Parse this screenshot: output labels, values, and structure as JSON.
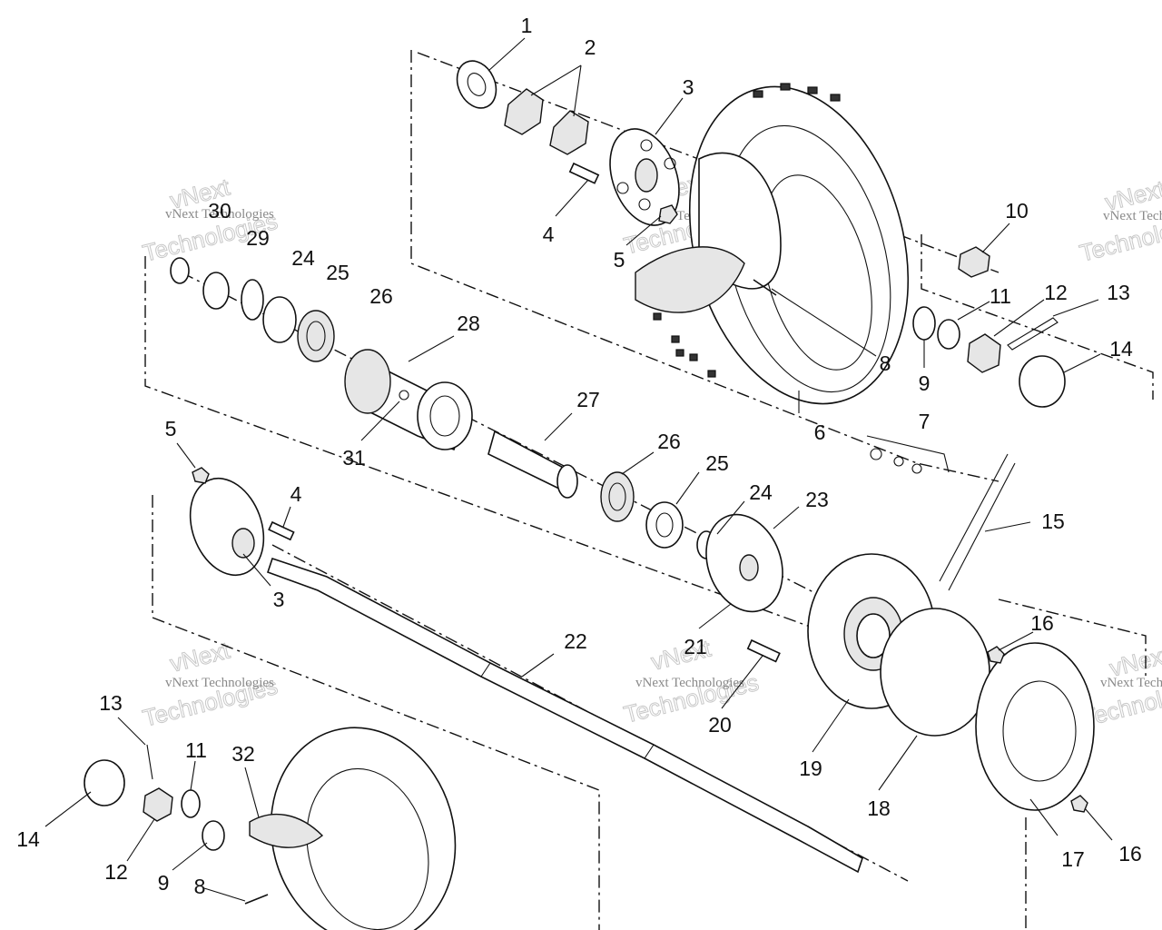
{
  "watermark": {
    "line1": "vNext",
    "line2": "Technologies",
    "small": "vNext Technologies"
  },
  "callouts": [
    "1",
    "2",
    "3",
    "4",
    "5",
    "6",
    "7",
    "8",
    "9",
    "10",
    "11",
    "12",
    "13",
    "14",
    "30",
    "29",
    "24",
    "25",
    "26",
    "28",
    "31",
    "27",
    "26",
    "25",
    "24",
    "23",
    "21",
    "5",
    "4",
    "3",
    "22",
    "20",
    "19",
    "18",
    "17",
    "16",
    "16",
    "15",
    "13",
    "11",
    "32",
    "14",
    "12",
    "9",
    "8"
  ]
}
